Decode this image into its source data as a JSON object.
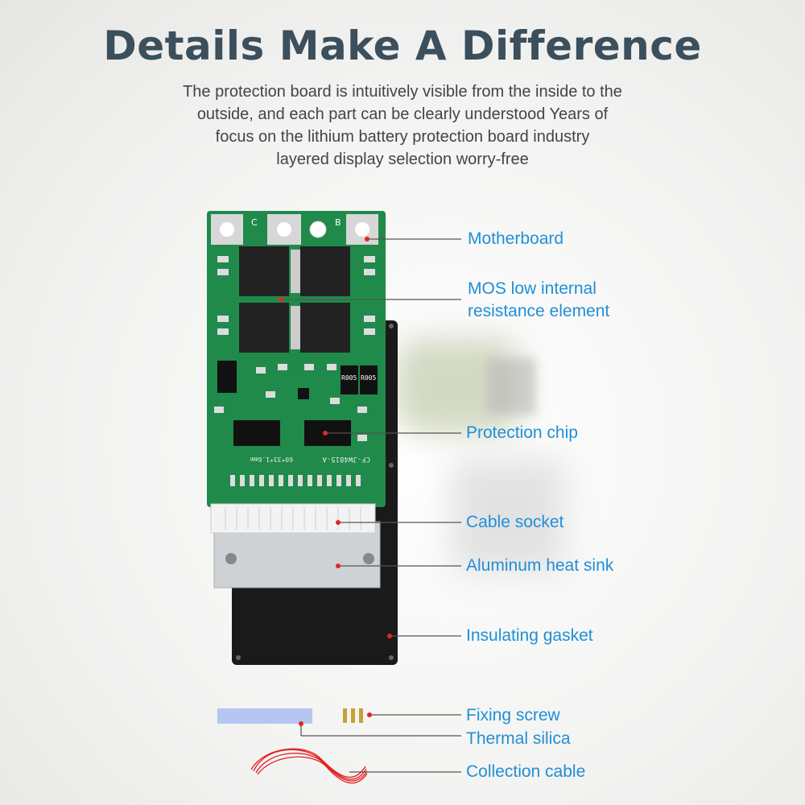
{
  "header": {
    "title": "Details Make A Difference",
    "description_lines": [
      "The protection board is intuitively visible from the inside to the",
      "outside, and each part can be clearly understood Years of",
      "focus on the lithium battery protection board industry",
      "layered display selection worry-free"
    ]
  },
  "board": {
    "pad_labels": [
      "C",
      "B"
    ],
    "resistor_marks": [
      "R005",
      "R005"
    ],
    "silkscreen": [
      "CF-JW4815-A",
      "60*33*1.6mm"
    ]
  },
  "callouts": {
    "motherboard": "Motherboard",
    "mos_line1": "MOS low internal",
    "mos_line2": "resistance element",
    "protection_chip": "Protection chip",
    "cable_socket": "Cable socket",
    "heat_sink": "Aluminum heat sink",
    "gasket": "Insulating gasket",
    "fixing_screw": "Fixing screw",
    "thermal_silica": "Thermal silica",
    "collection_cable": "Collection cable"
  },
  "colors": {
    "title": "#3b4f5c",
    "label": "#1f8fd6",
    "pcb_green": "#1f8a4a",
    "marker_red": "#e52424"
  }
}
